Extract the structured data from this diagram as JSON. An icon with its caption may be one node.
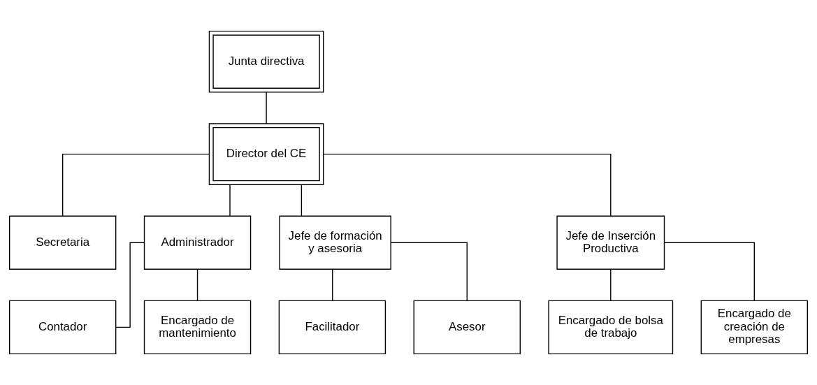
{
  "diagram": {
    "nodes": [
      {
        "text": [
          "Junta directiva"
        ]
      },
      {
        "text": [
          "Director del CE"
        ]
      },
      {
        "text": [
          "Secretaria"
        ]
      },
      {
        "text": [
          "Administrador"
        ]
      },
      {
        "text": [
          "Jefe de formación y asesoria"
        ]
      },
      {
        "text": [
          "Jefe de Inserción Productiva"
        ]
      },
      {
        "text": [
          "Contador"
        ]
      },
      {
        "text": [
          "Encargado de mantenimiento"
        ]
      },
      {
        "text": [
          "Facilitador"
        ]
      },
      {
        "text": [
          "Asesor"
        ]
      },
      {
        "text": [
          "Encargado de bolsa de trabajo"
        ]
      },
      {
        "text": [
          "Encargado de creación de empresas"
        ]
      }
    ],
    "edges": [
      {
        "from": 0,
        "to": 1,
        "arrow": "none"
      },
      {
        "from": 1,
        "to": 2,
        "arrow": "none"
      },
      {
        "from": 1,
        "to": 3,
        "arrow": "none"
      },
      {
        "from": 1,
        "to": 4,
        "arrow": "none"
      },
      {
        "from": 1,
        "to": 5,
        "arrow": "none"
      },
      {
        "from": 3,
        "to": 6,
        "arrow": "none"
      },
      {
        "from": 3,
        "to": 7,
        "arrow": "none"
      },
      {
        "from": 4,
        "to": 8,
        "arrow": "none"
      },
      {
        "from": 4,
        "to": 9,
        "arrow": "none"
      },
      {
        "from": 5,
        "to": 10,
        "arrow": "none"
      },
      {
        "from": 5,
        "to": 11,
        "arrow": "none"
      }
    ]
  }
}
